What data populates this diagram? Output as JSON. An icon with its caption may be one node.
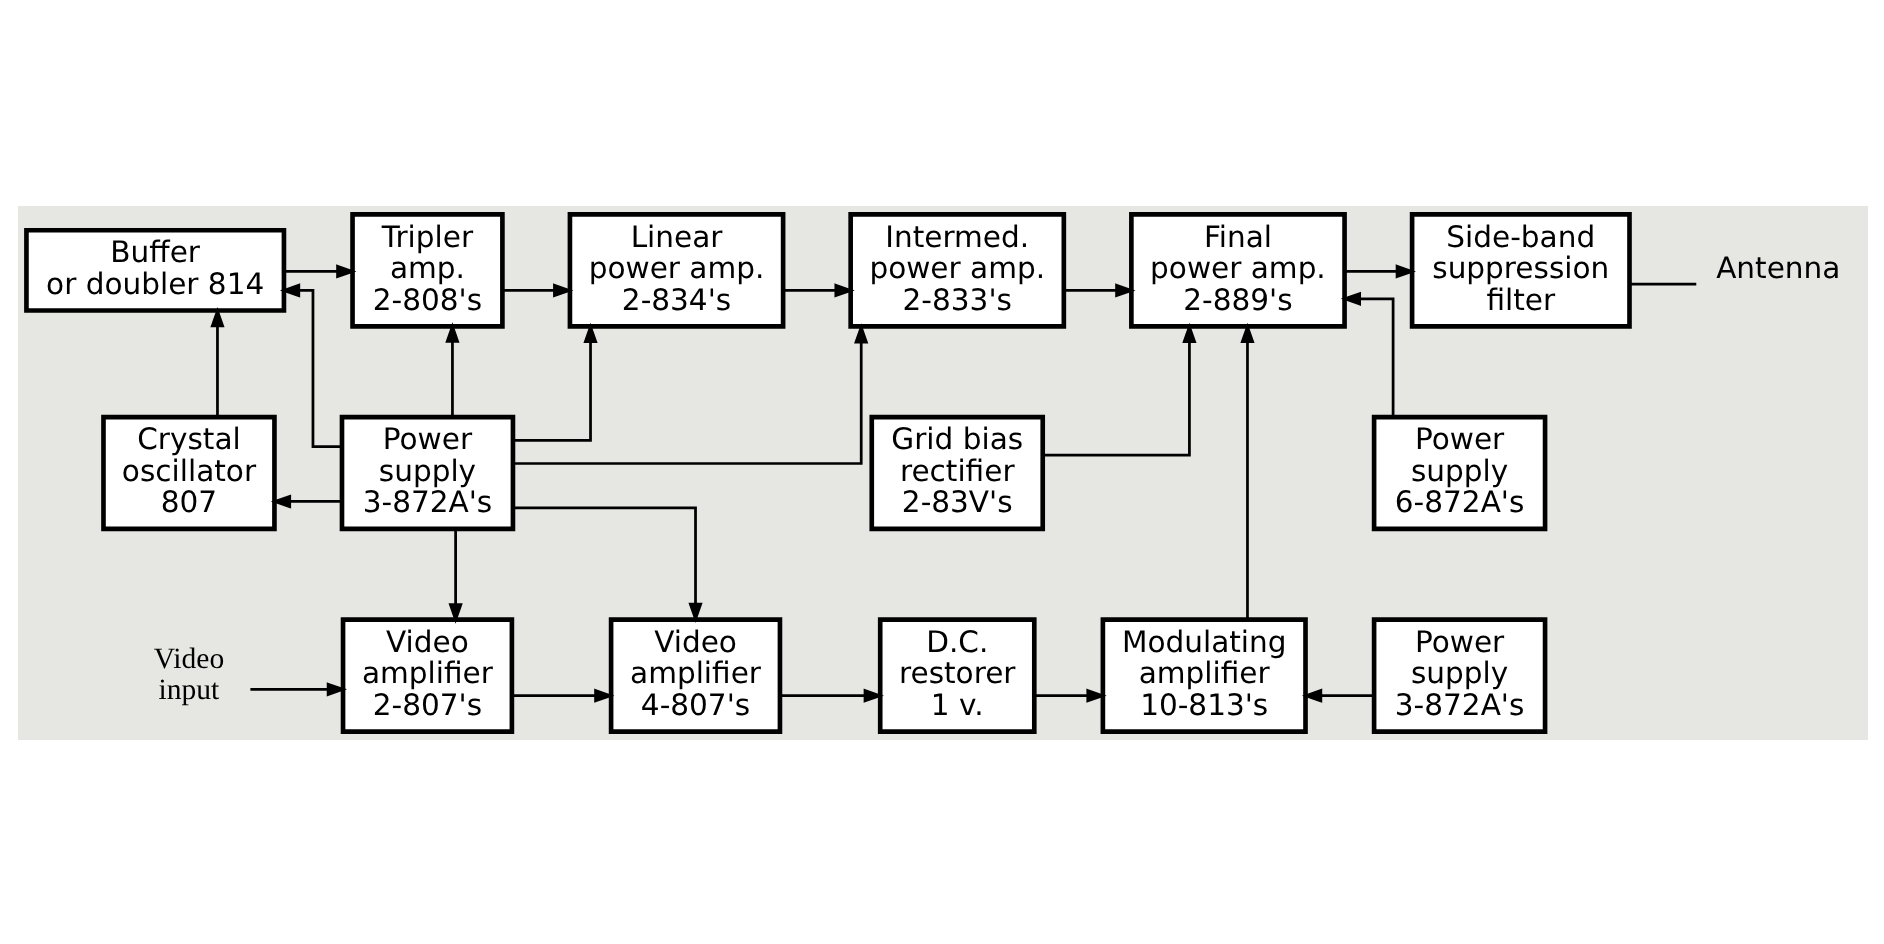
{
  "diagram": {
    "nodes": [
      {
        "text": [
          "Buffer or doubler 814"
        ]
      },
      {
        "text": [
          "Tripler amp. 2-808's"
        ]
      },
      {
        "text": [
          "Linear power amp. 2-834's"
        ]
      },
      {
        "text": [
          "Intermed. power amp. 2-833's"
        ]
      },
      {
        "text": [
          "Final power amp. 2-889's"
        ]
      },
      {
        "text": [
          "Side-band suppression filter"
        ]
      },
      {
        "text": [
          "Antenna"
        ]
      },
      {
        "text": [
          "Crystal oscillator 807"
        ]
      },
      {
        "text": [
          "Power supply 3-872A's"
        ]
      },
      {
        "text": [
          "Grid bias rectifier 2-83V's"
        ]
      },
      {
        "text": [
          "Power supply 6-872A's"
        ]
      },
      {
        "text": [
          "Video input"
        ]
      },
      {
        "text": [
          "Video amplifier 2-807's"
        ]
      },
      {
        "text": [
          "Video amplifier 4-807's"
        ]
      },
      {
        "text": [
          "D.C. restorer 1 v."
        ]
      },
      {
        "text": [
          "Modulating amplifier 10-813's"
        ]
      },
      {
        "text": [
          "Power supply 3-872A's"
        ]
      }
    ],
    "edges": [
      {
        "from": 0,
        "to": 1,
        "arrow": "to"
      },
      {
        "from": 1,
        "to": 2,
        "arrow": "to"
      },
      {
        "from": 2,
        "to": 3,
        "arrow": "to"
      },
      {
        "from": 3,
        "to": 4,
        "arrow": "to"
      },
      {
        "from": 4,
        "to": 5,
        "arrow": "to"
      },
      {
        "from": 5,
        "to": 6,
        "arrow": "none"
      },
      {
        "from": 7,
        "to": 0,
        "arrow": "to"
      },
      {
        "from": 8,
        "to": 7,
        "arrow": "to"
      },
      {
        "from": 8,
        "to": 0,
        "arrow": "to"
      },
      {
        "from": 8,
        "to": 1,
        "arrow": "to"
      },
      {
        "from": 8,
        "to": 2,
        "arrow": "to"
      },
      {
        "from": 8,
        "to": 3,
        "arrow": "to"
      },
      {
        "from": 9,
        "to": 4,
        "arrow": "to"
      },
      {
        "from": 15,
        "to": 4,
        "arrow": "to"
      },
      {
        "from": 10,
        "to": 4,
        "arrow": "to"
      },
      {
        "from": 8,
        "to": 12,
        "arrow": "to"
      },
      {
        "from": 8,
        "to": 13,
        "arrow": "to"
      },
      {
        "from": 11,
        "to": 12,
        "arrow": "to"
      },
      {
        "from": 12,
        "to": 13,
        "arrow": "to"
      },
      {
        "from": 13,
        "to": 14,
        "arrow": "to"
      },
      {
        "from": 14,
        "to": 15,
        "arrow": "to"
      },
      {
        "from": 16,
        "to": 15,
        "arrow": "to"
      }
    ]
  }
}
